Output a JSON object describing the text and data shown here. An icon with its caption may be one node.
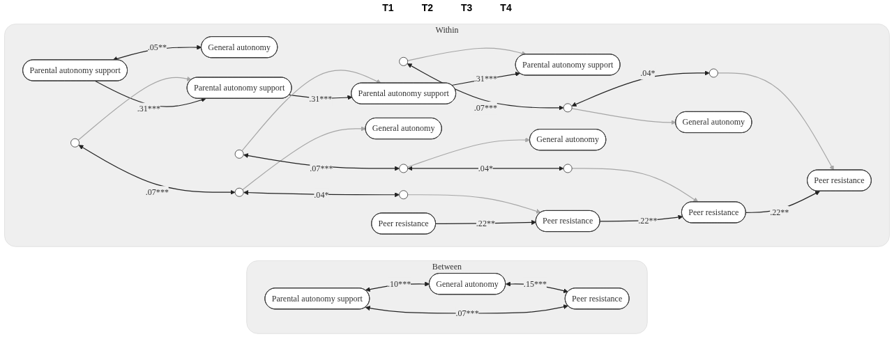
{
  "diagram": {
    "nodes": [
      {
        "text": [
          "Between"
        ]
      },
      {
        "text": [
          "Parental autonomy support"
        ],
        "in": 0
      },
      {
        "text": [
          "General autonomy"
        ],
        "in": 0
      },
      {
        "text": [
          "Peer resistance"
        ],
        "in": 0
      },
      {
        "text": [
          "Within"
        ]
      },
      {
        "text": [
          "Parental autonomy support"
        ],
        "in": 4
      },
      {
        "text": [
          "General autonomy"
        ],
        "in": 4
      },
      {
        "text": [
          "Peer resistance"
        ],
        "in": 4
      },
      {
        "text": [
          "Parental autonomy support"
        ],
        "in": 4
      },
      {
        "text": [],
        "shape": "circle",
        "in": 4
      },
      {
        "text": [
          "General autonomy"
        ],
        "in": 4
      },
      {
        "text": [],
        "shape": "circle",
        "in": 4
      },
      {
        "text": [],
        "shape": "circle",
        "in": 4
      },
      {
        "text": [
          "Peer resistance"
        ],
        "in": 4
      },
      {
        "text": [
          "Parental autonomy support"
        ],
        "in": 4
      },
      {
        "text": [],
        "shape": "circle",
        "in": 4
      },
      {
        "text": [
          "General autonomy"
        ],
        "in": 4
      },
      {
        "text": [],
        "shape": "circle",
        "in": 4
      },
      {
        "text": [],
        "shape": "circle",
        "in": 4
      },
      {
        "text": [
          "Peer resistance"
        ],
        "in": 4
      },
      {
        "text": [
          "Parental autonomy support"
        ],
        "in": 4
      },
      {
        "text": [],
        "shape": "circle",
        "in": 4
      },
      {
        "text": [
          "General autonomy"
        ],
        "in": 4
      },
      {
        "text": [],
        "shape": "circle",
        "in": 4
      },
      {
        "text": [],
        "shape": "circle",
        "in": 4
      },
      {
        "text": [
          "Peer resistance"
        ],
        "in": 4
      }
    ],
    "edges": [
      {
        "from": 1,
        "to": 2,
        "arrow": "both",
        "label": ".10***"
      },
      {
        "from": 2,
        "to": 3,
        "arrow": "both",
        "label": ".15***"
      },
      {
        "from": 1,
        "to": 3,
        "arrow": "both",
        "label": ".07***"
      },
      {
        "from": 5,
        "to": 6,
        "arrow": "both",
        "label": ".05**"
      },
      {
        "from": 5,
        "to": 8,
        "arrow": "to",
        "label": ".31***"
      },
      {
        "from": 8,
        "to": 14,
        "arrow": "to",
        "label": ".31***"
      },
      {
        "from": 14,
        "to": 20,
        "arrow": "to",
        "label": ".31***"
      },
      {
        "from": 7,
        "to": 13,
        "arrow": "to",
        "label": ".22**"
      },
      {
        "from": 13,
        "to": 19,
        "arrow": "to",
        "label": ".22**"
      },
      {
        "from": 19,
        "to": 25,
        "arrow": "to",
        "label": ".22**"
      },
      {
        "from": 9,
        "to": 8,
        "arrow": "to",
        "color": "#a6a6a6"
      },
      {
        "from": 11,
        "to": 10,
        "arrow": "to",
        "color": "#a6a6a6"
      },
      {
        "from": 12,
        "to": 13,
        "arrow": "to",
        "color": "#a6a6a6"
      },
      {
        "from": 9,
        "to": 11,
        "arrow": "both",
        "label": ".07***"
      },
      {
        "from": 11,
        "to": 12,
        "arrow": "both",
        "label": ".04*"
      },
      {
        "from": 15,
        "to": 14,
        "arrow": "to",
        "color": "#a6a6a6"
      },
      {
        "from": 17,
        "to": 16,
        "arrow": "to",
        "color": "#a6a6a6"
      },
      {
        "from": 18,
        "to": 19,
        "arrow": "to",
        "color": "#a6a6a6"
      },
      {
        "from": 15,
        "to": 17,
        "arrow": "both",
        "label": ".07***"
      },
      {
        "from": 17,
        "to": 18,
        "arrow": "both",
        "label": ".04*"
      },
      {
        "from": 21,
        "to": 20,
        "arrow": "to",
        "color": "#a6a6a6"
      },
      {
        "from": 23,
        "to": 22,
        "arrow": "to",
        "color": "#a6a6a6"
      },
      {
        "from": 24,
        "to": 25,
        "arrow": "to",
        "color": "#a6a6a6"
      },
      {
        "from": 21,
        "to": 23,
        "arrow": "both",
        "label": ".07***"
      },
      {
        "from": 23,
        "to": 24,
        "arrow": "both",
        "label": ".04*"
      }
    ],
    "labels": [
      "T1",
      "T2",
      "T3",
      "T4"
    ]
  }
}
